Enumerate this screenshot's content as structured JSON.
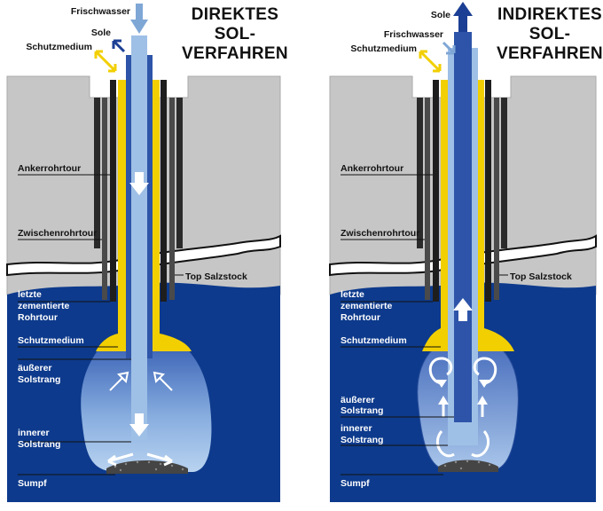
{
  "colors": {
    "rock": "#c6c6c6",
    "rock_dark": "#a9a9a9",
    "salt": "#0d3a8c",
    "salt_dark": "#082c6e",
    "casing": "#1e1e1e",
    "protective_medium": "#f2cf00",
    "outer_string": "#2d54a8",
    "inner_string": "#9fc0e6",
    "fresh_water_arrow": "#7fa7d6",
    "brine_arrow": "#1b3f94",
    "protective_arrow": "#f2cf00",
    "cavern": "#a8c8ec",
    "sump": "#444444"
  },
  "left": {
    "title_lines": [
      "DIREKTES",
      "SOL-",
      "VERFAHREN"
    ],
    "flow_labels": {
      "fresh_water": "Frischwasser",
      "brine": "Sole",
      "protective_medium": "Schutzmedium"
    },
    "side_labels": {
      "anchor_casing": "Ankerrohrtour",
      "intermediate_casing": "Zwischenrohrtour",
      "top_salt": "Top Salzstock",
      "last_casing": [
        "letzte",
        "zementierte",
        "Rohrtour"
      ],
      "protective_medium": "Schutzmedium",
      "outer_string": [
        "äußerer",
        "Solstrang"
      ],
      "inner_string": [
        "innerer",
        "Solstrang"
      ],
      "sump": "Sumpf"
    }
  },
  "right": {
    "title_lines": [
      "INDIREKTES",
      "SOL-",
      "VERFAHREN"
    ],
    "flow_labels": {
      "brine": "Sole",
      "fresh_water": "Frischwasser",
      "protective_medium": "Schutzmedium"
    },
    "side_labels": {
      "anchor_casing": "Ankerrohrtour",
      "intermediate_casing": "Zwischenrohrtour",
      "top_salt": "Top Salzstock",
      "last_casing": [
        "letzte",
        "zementierte",
        "Rohrtour"
      ],
      "protective_medium": "Schutzmedium",
      "outer_string": [
        "äußerer",
        "Solstrang"
      ],
      "inner_string": [
        "innerer",
        "Solstrang"
      ],
      "sump": "Sumpf"
    }
  }
}
